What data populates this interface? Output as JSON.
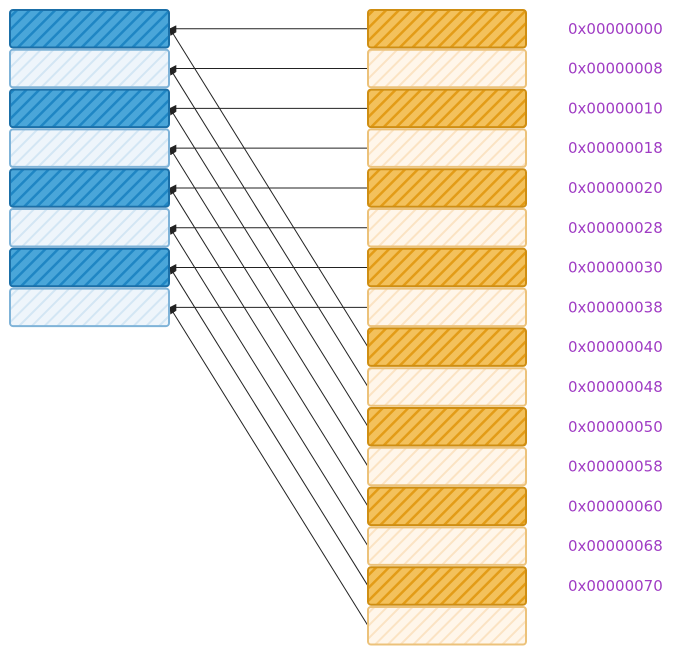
{
  "diagram": {
    "cache": {
      "line_count": 8,
      "dark_color": "#1e8ccb",
      "light_color": "#d4e6f3",
      "border_color": "#1e7fc0"
    },
    "memory": {
      "block_count": 16,
      "dark_color": "#e8a21c",
      "light_color": "#fbe6c4",
      "border_color": "#d99a1a",
      "addresses": [
        "0x00000000",
        "0x00000008",
        "0x00000010",
        "0x00000018",
        "0x00000020",
        "0x00000028",
        "0x00000030",
        "0x00000038",
        "0x00000040",
        "0x00000048",
        "0x00000050",
        "0x00000058",
        "0x00000060",
        "0x00000068",
        "0x00000070"
      ]
    },
    "mapping": [
      0,
      1,
      2,
      3,
      4,
      5,
      6,
      7,
      0,
      1,
      2,
      3,
      4,
      5,
      6,
      7
    ],
    "label_color": "#a03cc4",
    "arrow_color": "#222222"
  }
}
